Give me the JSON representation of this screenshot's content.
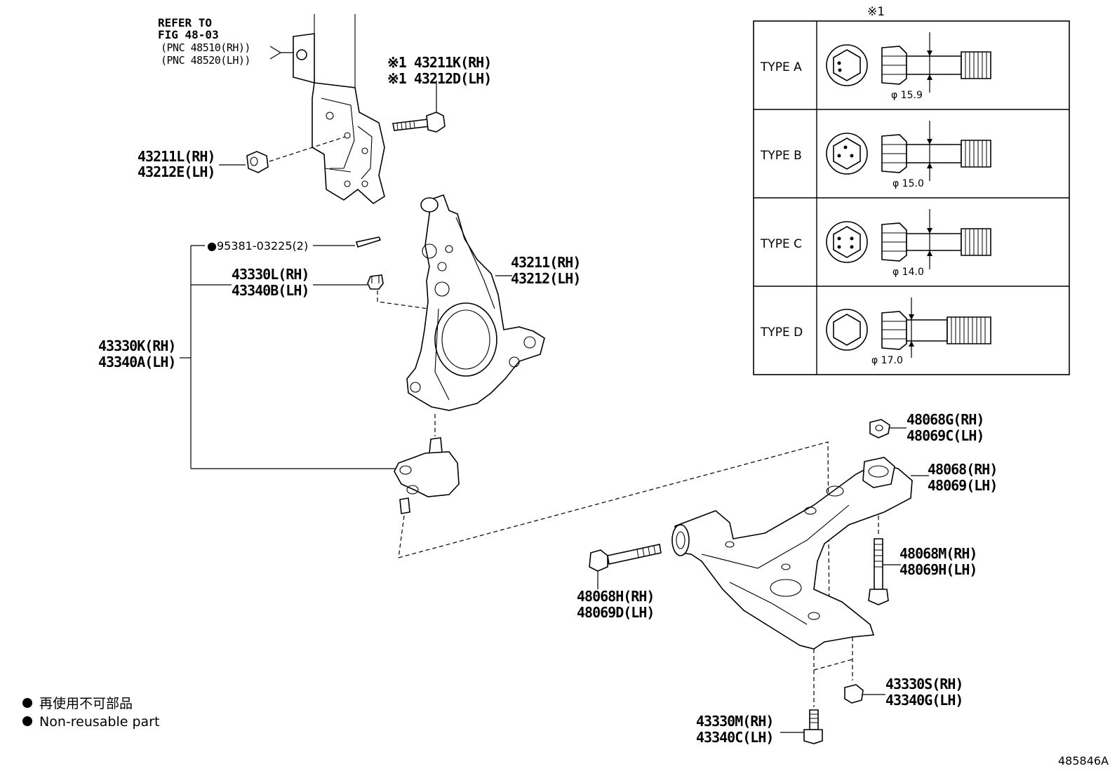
{
  "diagram_id": "485846A",
  "reference": {
    "line1": "REFER TO",
    "line2": "FIG 48-03",
    "line3": "(PNC 48510(RH))",
    "line4": "(PNC 48520(LH))"
  },
  "callouts": {
    "bolt_43211K": {
      "rh": "※1 43211K(RH)",
      "lh": "※1 43212D(LH)"
    },
    "nut_43211L": {
      "rh": "43211L(RH)",
      "lh": "43212E(LH)"
    },
    "cotter_pin": "●95381-03225(2)",
    "nut_43330L": {
      "rh": "43330L(RH)",
      "lh": "43340B(LH)"
    },
    "ball_joint_assy": {
      "rh": "43330K(RH)",
      "lh": "43340A(LH)"
    },
    "knuckle": {
      "rh": "43211(RH)",
      "lh": "43212(LH)"
    },
    "nut_48068G": {
      "rh": "48068G(RH)",
      "lh": "48069C(LH)"
    },
    "lower_arm": {
      "rh": "48068(RH)",
      "lh": "48069(LH)"
    },
    "bolt_48068M": {
      "rh": "48068M(RH)",
      "lh": "48069H(LH)"
    },
    "bolt_48068H": {
      "rh": "48068H(RH)",
      "lh": "48069D(LH)"
    },
    "nut_43330S": {
      "rh": "43330S(RH)",
      "lh": "43340G(LH)"
    },
    "bolt_43330M": {
      "rh": "43330M(RH)",
      "lh": "43340C(LH)"
    }
  },
  "type_table": {
    "header": "※1",
    "rows": [
      {
        "type": "TYPE A",
        "dim": "φ 15.9"
      },
      {
        "type": "TYPE B",
        "dim": "φ 15.0"
      },
      {
        "type": "TYPE C",
        "dim": "φ 14.0"
      },
      {
        "type": "TYPE D",
        "dim": "φ 17.0"
      }
    ]
  },
  "legend": {
    "jp": "再使用不可部品",
    "en": "Non-reusable part"
  }
}
